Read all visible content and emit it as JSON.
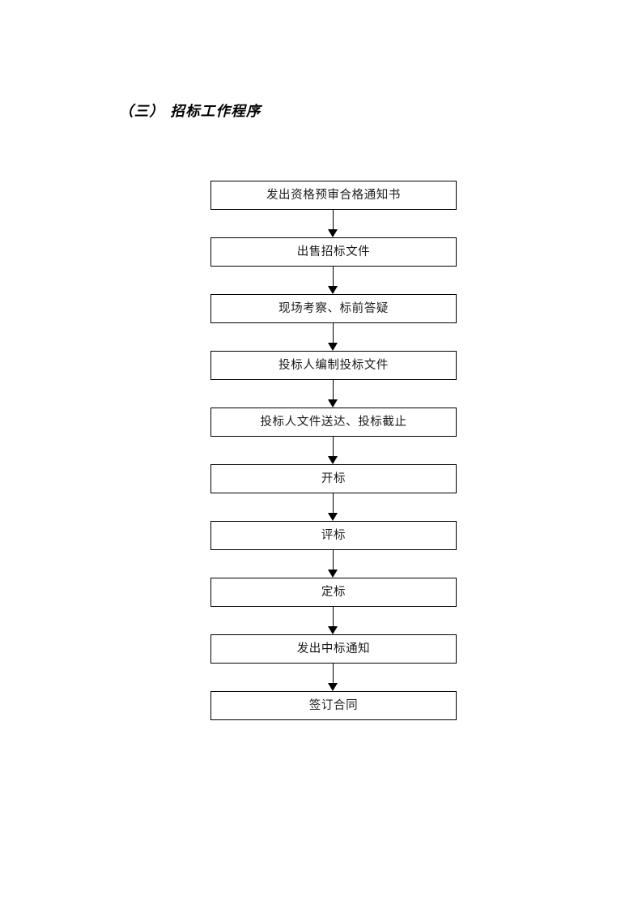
{
  "document": {
    "section_title": "（三） 招标工作程序"
  },
  "flowchart": {
    "type": "flow",
    "orientation": "vertical",
    "connector_icon": "down-arrow-icon",
    "box_border_color": "#000000",
    "box_fill_color": "#ffffff",
    "text_color": "#1a1a1a",
    "nodes": [
      {
        "id": "node-1",
        "label": "发出资格预审合格通知书"
      },
      {
        "id": "node-2",
        "label": "出售招标文件"
      },
      {
        "id": "node-3",
        "label": "现场考察、标前答疑"
      },
      {
        "id": "node-4",
        "label": "投标人编制投标文件"
      },
      {
        "id": "node-5",
        "label": "投标人文件送达、投标截止"
      },
      {
        "id": "node-6",
        "label": "开标"
      },
      {
        "id": "node-7",
        "label": "评标"
      },
      {
        "id": "node-8",
        "label": "定标"
      },
      {
        "id": "node-9",
        "label": "发出中标通知"
      },
      {
        "id": "node-10",
        "label": "签订合同"
      }
    ]
  }
}
